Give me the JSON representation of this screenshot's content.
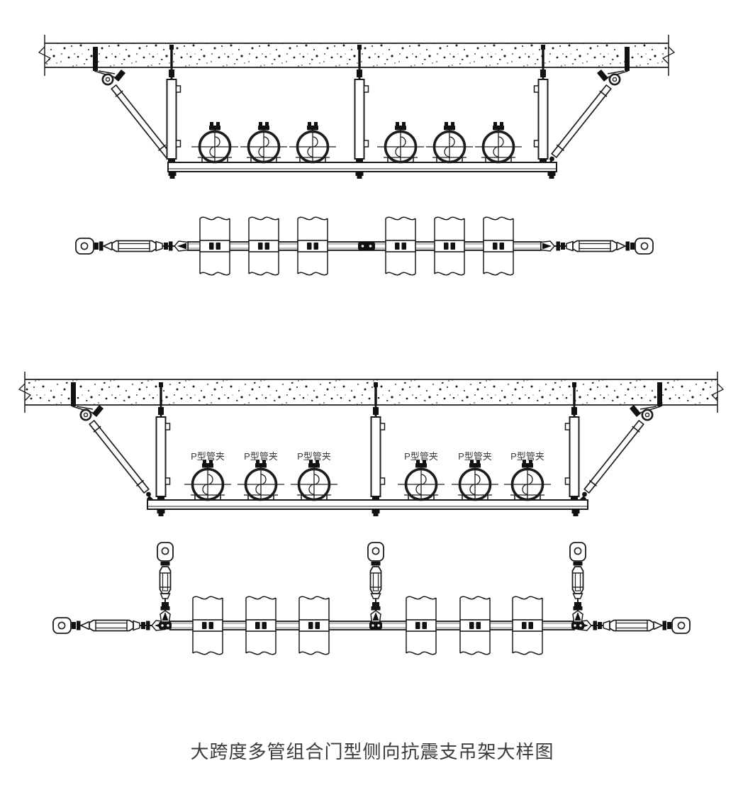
{
  "title": "大跨度多管组合门型侧向抗震支吊架大样图",
  "colors": {
    "line": "#1c1c1c",
    "background": "#ffffff",
    "label": "#3a3a3a"
  },
  "labels": {
    "pipe_clamp_annotations": [
      "P型管夹",
      "P型管夹",
      "P型管夹",
      "P型管夹",
      "P型管夹",
      "P型管夹"
    ]
  }
}
